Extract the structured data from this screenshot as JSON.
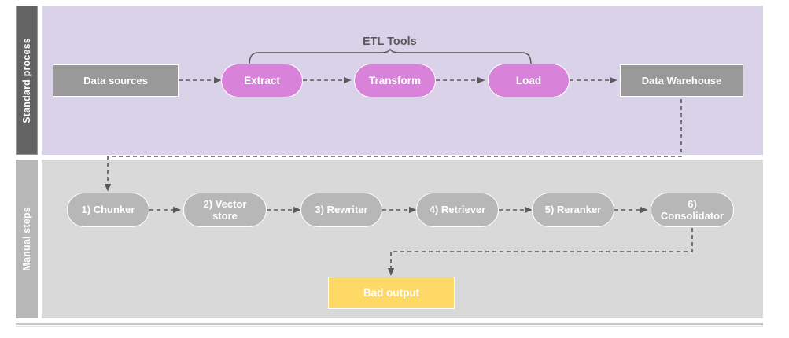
{
  "diagram": {
    "title_visible": false,
    "colors": {
      "lane_standard_bg": "#D9D2E9",
      "lane_standard_strip": "#636363",
      "lane_manual_bg": "#D9D9D9",
      "lane_manual_strip": "#B7B7B7",
      "node_gray": "#999999",
      "node_magenta": "#D982D9",
      "node_pill_gray": "#B7B7B7",
      "node_yellow": "#FFD966",
      "connector": "#595959",
      "node_text": "#FFFFFF",
      "bracket": "#595959"
    }
  },
  "lanes": [
    {
      "id": "standard",
      "label": "Standard process"
    },
    {
      "id": "manual",
      "label": "Manual steps"
    }
  ],
  "annotations": {
    "etl_tools_label": "ETL Tools"
  },
  "standard_process": {
    "nodes": [
      {
        "id": "data-sources",
        "label": "Data sources",
        "shape": "rect",
        "style": "gray"
      },
      {
        "id": "extract",
        "label": "Extract",
        "shape": "pill",
        "style": "magenta"
      },
      {
        "id": "transform",
        "label": "Transform",
        "shape": "pill",
        "style": "magenta"
      },
      {
        "id": "load",
        "label": "Load",
        "shape": "pill",
        "style": "magenta"
      },
      {
        "id": "data-warehouse",
        "label": "Data Warehouse",
        "shape": "rect",
        "style": "gray"
      }
    ],
    "bracket_spans": [
      "extract",
      "load"
    ]
  },
  "manual_steps": {
    "nodes": [
      {
        "id": "chunker",
        "label": "1) Chunker",
        "shape": "pill",
        "style": "pill-gray"
      },
      {
        "id": "vector-store",
        "label": "2) Vector store",
        "shape": "pill",
        "style": "pill-gray"
      },
      {
        "id": "rewriter",
        "label": "3) Rewriter",
        "shape": "pill",
        "style": "pill-gray"
      },
      {
        "id": "retriever",
        "label": "4) Retriever",
        "shape": "pill",
        "style": "pill-gray"
      },
      {
        "id": "reranker",
        "label": "5) Reranker",
        "shape": "pill",
        "style": "pill-gray"
      },
      {
        "id": "consolidator",
        "label": "6) Consolidator",
        "shape": "pill",
        "style": "pill-gray"
      }
    ],
    "output": {
      "id": "bad-output",
      "label": "Bad output",
      "shape": "rect",
      "style": "yellow"
    }
  },
  "connections": [
    {
      "from": "data-sources",
      "to": "extract",
      "style": "dashed-arrow"
    },
    {
      "from": "extract",
      "to": "transform",
      "style": "dashed-arrow"
    },
    {
      "from": "transform",
      "to": "load",
      "style": "dashed-arrow"
    },
    {
      "from": "load",
      "to": "data-warehouse",
      "style": "dashed-arrow"
    },
    {
      "from": "data-warehouse",
      "to": "chunker",
      "style": "dashed-arrow-elbow"
    },
    {
      "from": "chunker",
      "to": "vector-store",
      "style": "dashed-arrow"
    },
    {
      "from": "vector-store",
      "to": "rewriter",
      "style": "dashed-arrow"
    },
    {
      "from": "rewriter",
      "to": "retriever",
      "style": "dashed-arrow"
    },
    {
      "from": "retriever",
      "to": "reranker",
      "style": "dashed-arrow"
    },
    {
      "from": "reranker",
      "to": "consolidator",
      "style": "dashed-arrow"
    },
    {
      "from": "consolidator",
      "to": "bad-output",
      "style": "dashed-arrow-elbow"
    }
  ]
}
